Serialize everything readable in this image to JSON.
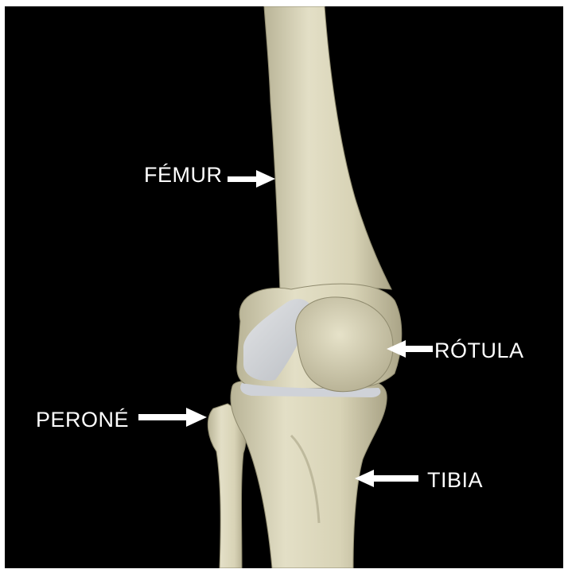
{
  "labels": {
    "femur": "FÉMUR",
    "rotula": "RÓTULA",
    "perone": "PERONÉ",
    "tibia": "TIBIA"
  },
  "colors": {
    "background": "#000000",
    "bone": "#ddd8bc",
    "cartilage": "#d4d7dc",
    "label": "#ffffff",
    "arrow": "#ffffff"
  }
}
